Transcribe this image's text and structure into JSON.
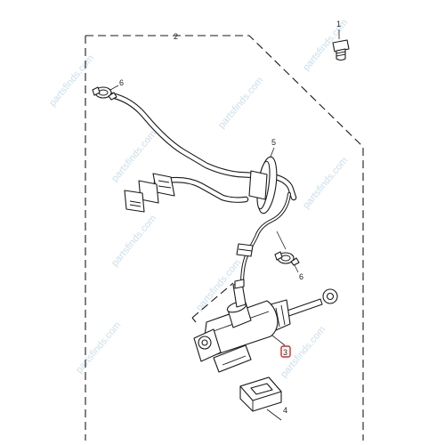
{
  "callouts": {
    "c1": "1",
    "c2": "2",
    "c3": "3",
    "c4": "4",
    "c5": "5",
    "c6a": "6",
    "c6b": "6"
  },
  "watermark": "partsfinds.com",
  "colors": {
    "line": "#1a1a1a",
    "highlight": "#d6281e",
    "watermark": "#9fc4dc"
  },
  "icons": {
    "bolt": "bolt-icon",
    "hose": "hose-icon",
    "grommet": "grommet-icon",
    "clip": "hose-clip-icon",
    "cylinder": "clutch-master-cylinder-icon",
    "bracket": "mounting-bracket-icon"
  }
}
